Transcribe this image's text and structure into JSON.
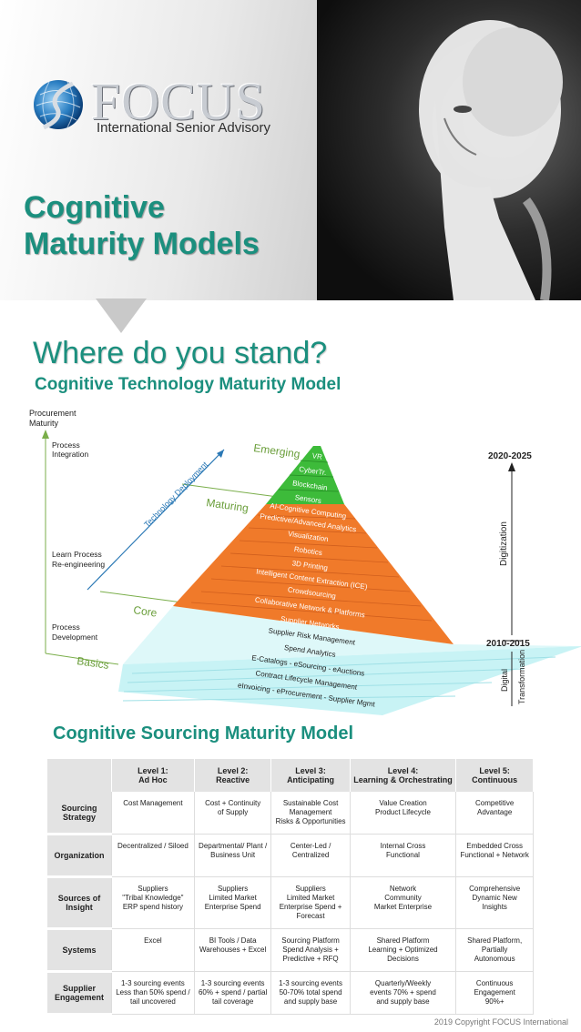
{
  "hero": {
    "logo_word": "FOCUS",
    "logo_tagline": "International Senior Advisory",
    "title_lines": [
      "Cognitive",
      "Maturity Models"
    ]
  },
  "question": "Where do you stand?",
  "tech_model": {
    "title": "Cognitive Technology Maturity Model",
    "y_axis_label": [
      "Procurement",
      "Maturity"
    ],
    "y_levels": [
      [
        "Process",
        "Integration"
      ],
      [
        "Learn Process",
        "Re-engineering"
      ],
      [
        "Process",
        "Development"
      ]
    ],
    "arrow_label": "Technology Deployment",
    "stage_labels": {
      "emerging": "Emerging",
      "maturing": "Maturing",
      "core": "Core",
      "basics": "Basics"
    },
    "emerging_items": [
      "VR",
      "CyberTr.",
      "Blockchain",
      "Sensors"
    ],
    "maturing_items": [
      "AI-Cognitive Computing",
      "Predictive/Advanced Analytics",
      "Visualization",
      "Robotics",
      "3D Printing",
      "Intelligent Content Extraction (ICE)",
      "Crowdsourcing",
      "Collaborative Network & Platforms",
      "Supplier Networks"
    ],
    "basics_items": [
      "Supplier Risk Management",
      "Spend Analytics",
      "E-Catalogs - eSourcing - eAuctions",
      "Contract Lifecycle Management",
      "eInvoicing - eProcurement - Supplier Mgmt"
    ],
    "timeline_top": "2020-2025",
    "timeline_mid": "2010-2015",
    "phase_upper": "Digitization",
    "phase_lower": [
      "Digital",
      "Transformation"
    ],
    "colors": {
      "emerging": "#3dbb3a",
      "maturing": "#f07a2a",
      "basics": "#c8f3f5",
      "accent": "#1b8f7e",
      "axis": "#7aae4a",
      "arrow": "#2a78b5"
    }
  },
  "sourcing_model": {
    "title": "Cognitive Sourcing Maturity Model",
    "levels": [
      {
        "level": "Level 1:",
        "name": "Ad Hoc"
      },
      {
        "level": "Level 2:",
        "name": "Reactive"
      },
      {
        "level": "Level 3:",
        "name": "Anticipating"
      },
      {
        "level": "Level 4:",
        "name": "Learning & Orchestrating"
      },
      {
        "level": "Level 5:",
        "name": "Continuous"
      }
    ],
    "rows": [
      {
        "header": [
          "Sourcing",
          "Strategy"
        ],
        "cells": [
          [
            "Cost Management"
          ],
          [
            "Cost + Continuity",
            "of Supply"
          ],
          [
            "Sustainable Cost",
            "Management",
            "Risks & Opportunities"
          ],
          [
            "Value Creation",
            "Product Lifecycle"
          ],
          [
            "Competitive",
            "Advantage"
          ]
        ]
      },
      {
        "header": [
          "Organization"
        ],
        "cells": [
          [
            "Decentralized / Siloed"
          ],
          [
            "Departmental/ Plant /",
            "Business Unit"
          ],
          [
            "Center-Led /",
            "Centralized"
          ],
          [
            "Internal Cross",
            "Functional"
          ],
          [
            "Embedded Cross",
            "Functional + Network"
          ]
        ]
      },
      {
        "header": [
          "Sources of",
          "Insight"
        ],
        "cells": [
          [
            "Suppliers",
            "\"Tribal Knowledge\"",
            "ERP spend history"
          ],
          [
            "Suppliers",
            "Limited Market",
            "Enterprise Spend"
          ],
          [
            "Suppliers",
            "Limited Market",
            "Enterprise Spend +",
            "Forecast"
          ],
          [
            "Network",
            "Community",
            "Market Enterprise"
          ],
          [
            "Comprehensive",
            "Dynamic New",
            "Insights"
          ]
        ]
      },
      {
        "header": [
          "Systems"
        ],
        "cells": [
          [
            "Excel"
          ],
          [
            "BI Tools / Data",
            "Warehouses + Excel"
          ],
          [
            "Sourcing Platform",
            "Spend Analysis +",
            "Predictive + RFQ"
          ],
          [
            "Shared Platform",
            "Learning + Optimized",
            "Decisions"
          ],
          [
            "Shared Platform,",
            "Partially",
            "Autonomous"
          ]
        ]
      },
      {
        "header": [
          "Supplier",
          "Engagement"
        ],
        "cells": [
          [
            "1-3 sourcing events",
            "Less than 50% spend /",
            "tail uncovered"
          ],
          [
            "1-3 sourcing events",
            "60% + spend / partial",
            "tail coverage"
          ],
          [
            "1-3 sourcing events",
            "50-70% total spend",
            "and supply base"
          ],
          [
            "Quarterly/Weekly",
            "events 70% + spend",
            "and supply base"
          ],
          [
            "Continuous",
            "Engagement",
            "90%+"
          ]
        ]
      }
    ]
  },
  "copyright": "2019 Copyright FOCUS International"
}
